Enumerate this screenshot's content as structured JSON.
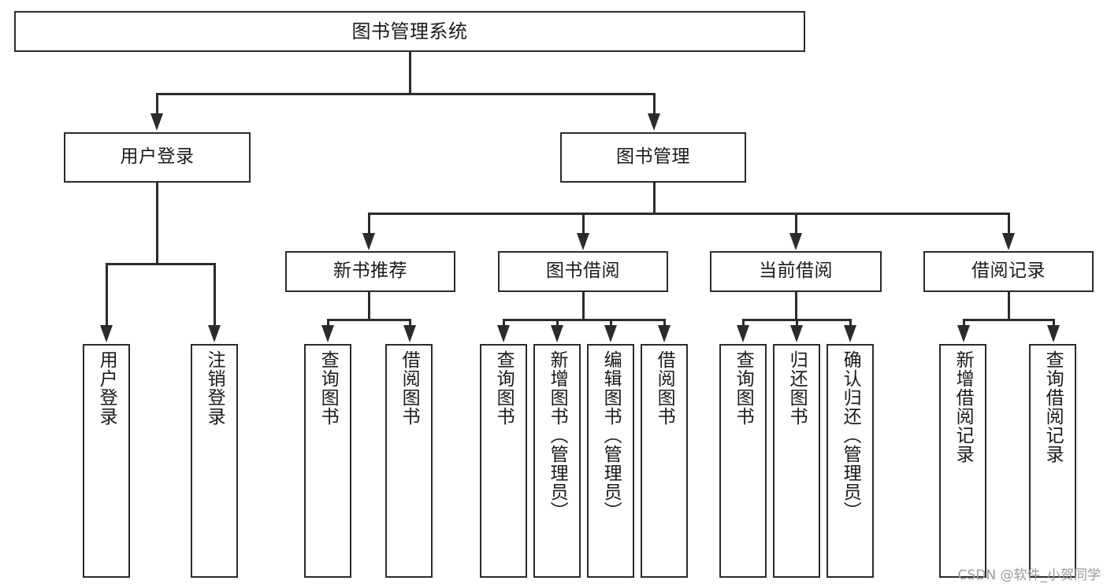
{
  "diagram": {
    "type": "tree-hierarchy",
    "title": "图书管理系统",
    "root": {
      "label": "图书管理系统"
    },
    "level2": [
      {
        "label": "用户登录"
      },
      {
        "label": "图书管理"
      }
    ],
    "level3": [
      {
        "label": "新书推荐"
      },
      {
        "label": "图书借阅"
      },
      {
        "label": "当前借阅"
      },
      {
        "label": "借阅记录"
      }
    ],
    "leaves": {
      "user_login": [
        {
          "label": "用户登录"
        },
        {
          "label": "注销登录"
        }
      ],
      "new_book_recommend": [
        {
          "label": "查询图书"
        },
        {
          "label": "借阅图书"
        }
      ],
      "book_borrow": [
        {
          "label": "查询图书"
        },
        {
          "label": "新增图书（管理员）"
        },
        {
          "label": "编辑图书（管理员）"
        },
        {
          "label": "借阅图书"
        }
      ],
      "current_borrow": [
        {
          "label": "查询图书"
        },
        {
          "label": "归还图书"
        },
        {
          "label": "确认归还（管理员）"
        }
      ],
      "borrow_record": [
        {
          "label": "新增借阅记录"
        },
        {
          "label": "查询借阅记录"
        }
      ]
    }
  },
  "watermark": {
    "text": "CSDN @软件_小贺同学"
  },
  "colors": {
    "stroke": "#2b2b2b",
    "background": "#ffffff",
    "text": "#1a1a1a",
    "watermark": "#9a9a9a"
  }
}
